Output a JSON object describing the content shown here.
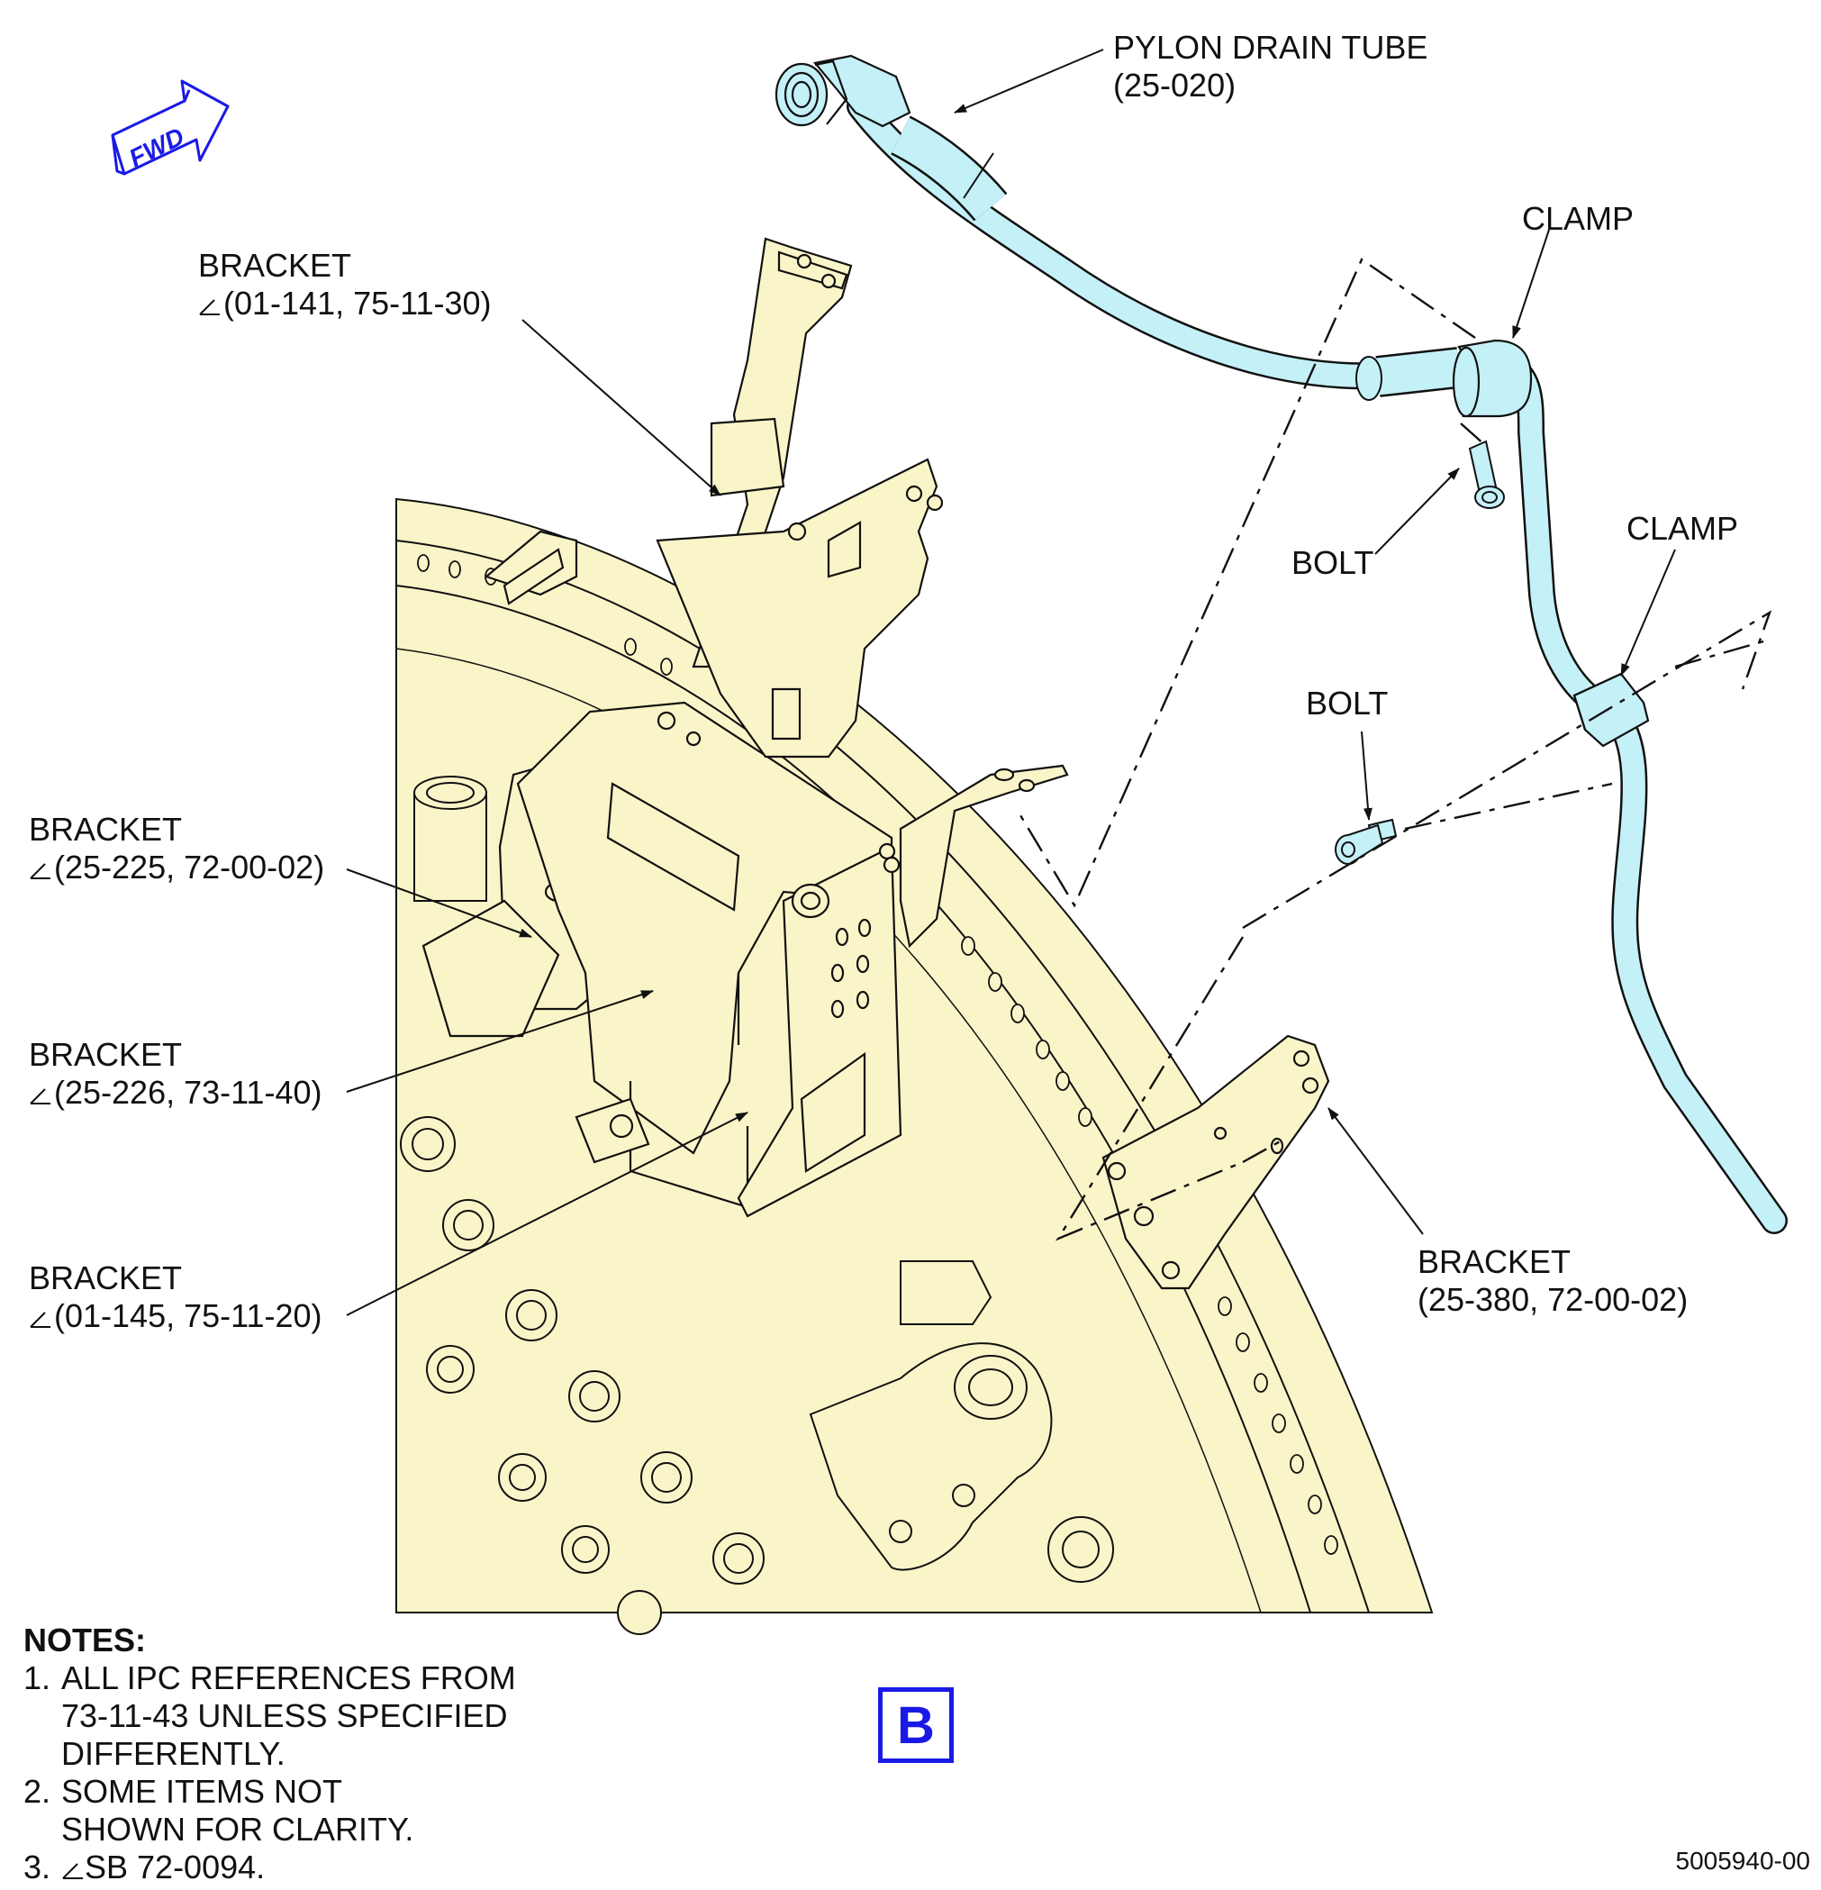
{
  "colors": {
    "part_fill": "#faf5c8",
    "tube_fill": "#c4f0f7",
    "fwd_arrow": "#1a1ae6",
    "view_label": "#1a1ae6",
    "line": "#111111"
  },
  "fwd_arrow": {
    "label": "FWD"
  },
  "labels": {
    "pylon_drain_tube": {
      "line1": "PYLON DRAIN TUBE",
      "line2": "(25-020)"
    },
    "clamp_upper": "CLAMP",
    "clamp_lower": "CLAMP",
    "bolt_upper": "BOLT",
    "bolt_lower": "BOLT",
    "bracket_01_141": {
      "line1": "BRACKET",
      "line2": "(01-141, 75-11-30)",
      "sb_symbol": "triangle-sb-icon"
    },
    "bracket_25_225": {
      "line1": "BRACKET",
      "line2": "(25-225, 72-00-02)",
      "sb_symbol": "triangle-sb-icon"
    },
    "bracket_25_226": {
      "line1": "BRACKET",
      "line2": "(25-226, 73-11-40)",
      "sb_symbol": "triangle-sb-icon"
    },
    "bracket_01_145": {
      "line1": "BRACKET",
      "line2": "(01-145, 75-11-20)",
      "sb_symbol": "triangle-sb-icon"
    },
    "bracket_25_380": {
      "line1": "BRACKET",
      "line2": "(25-380, 72-00-02)"
    }
  },
  "notes": {
    "heading": "NOTES:",
    "items": [
      {
        "num": "1.",
        "text": "ALL IPC REFERENCES FROM\n73-11-43 UNLESS SPECIFIED\nDIFFERENTLY."
      },
      {
        "num": "2.",
        "text": "SOME ITEMS NOT\nSHOWN FOR CLARITY."
      },
      {
        "num": "3.",
        "text": "SB 72-0094.",
        "sb_symbol": "triangle-sb-icon"
      }
    ]
  },
  "view_label": "B",
  "figure_id": "5005940-00"
}
